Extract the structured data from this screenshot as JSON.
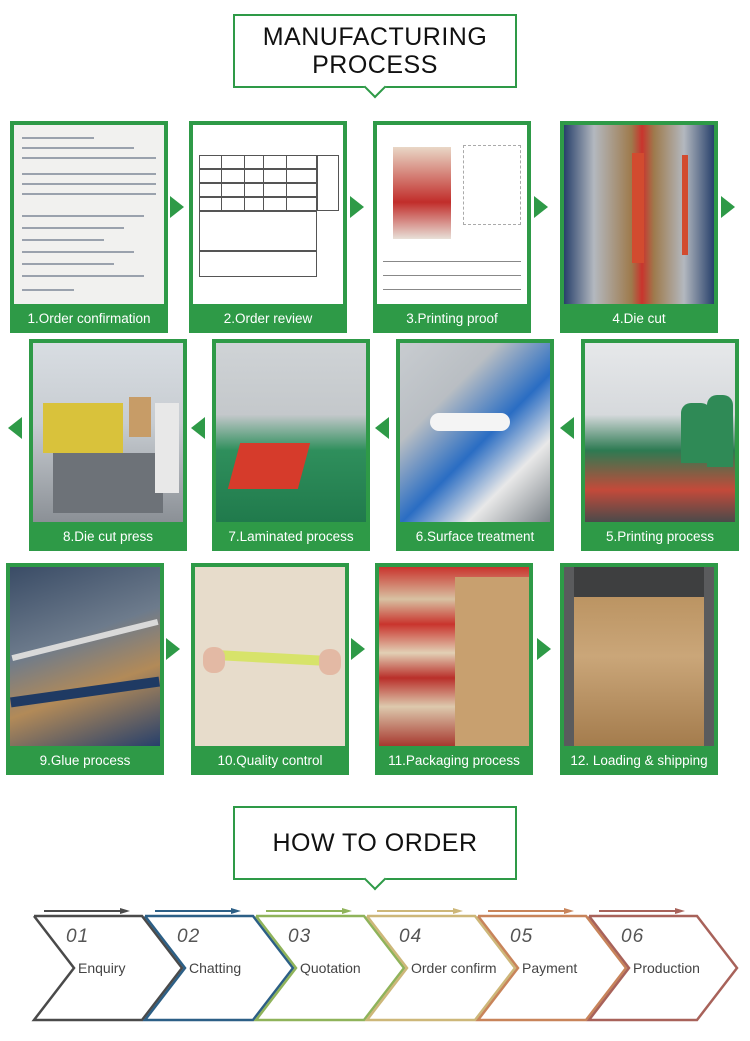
{
  "manufacturing": {
    "title": "MANUFACTURING\nPROCESS",
    "steps": [
      {
        "label": "1.Order confirmation"
      },
      {
        "label": "2.Order review"
      },
      {
        "label": "3.Printing proof"
      },
      {
        "label": "4.Die cut"
      },
      {
        "label": "5.Printing process"
      },
      {
        "label": "6.Surface treatment"
      },
      {
        "label": "7.Laminated process"
      },
      {
        "label": "8.Die cut press"
      },
      {
        "label": "9.Glue process"
      },
      {
        "label": "10.Quality control"
      },
      {
        "label": "11.Packaging process"
      },
      {
        "label": "12. Loading & shipping"
      }
    ]
  },
  "how_to_order": {
    "title": "HOW TO ORDER",
    "steps": [
      {
        "num": "01",
        "name": "Enquiry",
        "color": "#4a4a4a"
      },
      {
        "num": "02",
        "name": "Chatting",
        "color": "#2c5f86"
      },
      {
        "num": "03",
        "name": "Quotation",
        "color": "#8fb35a"
      },
      {
        "num": "04",
        "name": "Order confirm",
        "color": "#cdb779"
      },
      {
        "num": "05",
        "name": "Payment",
        "color": "#c8845a"
      },
      {
        "num": "06",
        "name": "Production",
        "color": "#a8625a"
      }
    ]
  },
  "colors": {
    "accent": "#2e9a47"
  }
}
